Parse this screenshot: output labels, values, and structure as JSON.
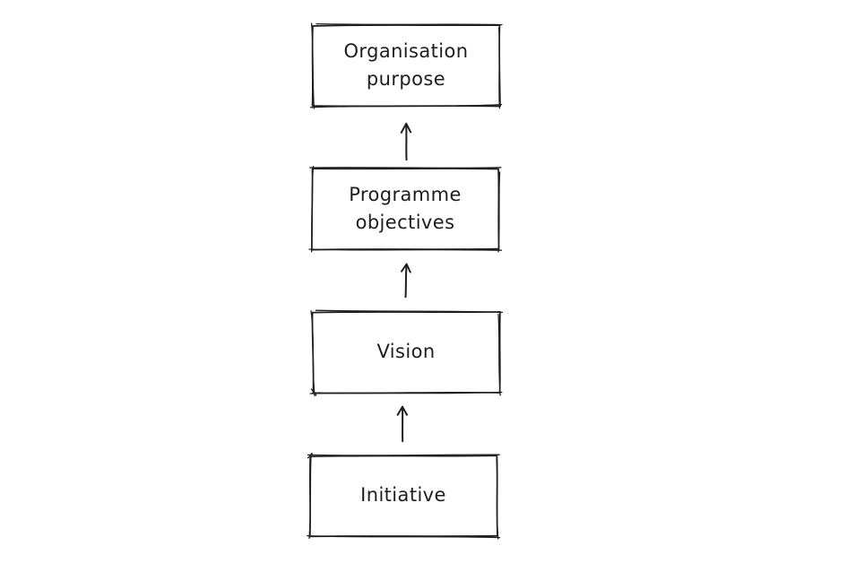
{
  "canvas": {
    "background": "#ffffff",
    "ink_color": "#1e1e1e",
    "style": "hand-drawn-sketch"
  },
  "diagram": {
    "type": "flowchart",
    "direction": "bottom-to-top",
    "nodes": [
      {
        "id": "organisation-purpose",
        "label": "Organisation\npurpose",
        "position": "top"
      },
      {
        "id": "programme-objectives",
        "label": "Programme\nobjectives",
        "position": "second"
      },
      {
        "id": "vision",
        "label": "Vision",
        "position": "third"
      },
      {
        "id": "initiative",
        "label": "Initiative",
        "position": "bottom"
      }
    ],
    "edges": [
      {
        "from": "initiative",
        "to": "vision",
        "arrow": "up"
      },
      {
        "from": "vision",
        "to": "programme-objectives",
        "arrow": "up"
      },
      {
        "from": "programme-objectives",
        "to": "organisation-purpose",
        "arrow": "up"
      }
    ]
  }
}
